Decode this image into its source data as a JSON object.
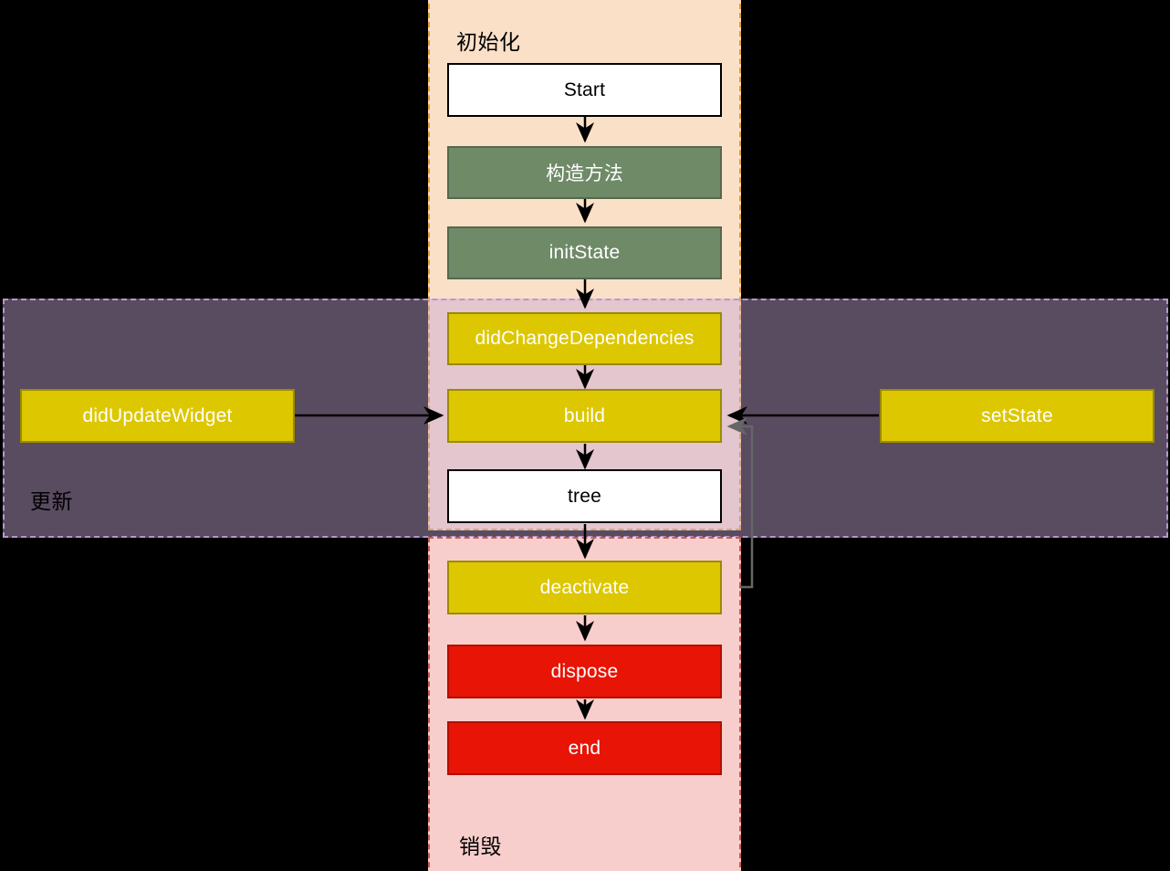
{
  "diagram": {
    "title": "Flutter StatefulWidget lifecycle flowchart",
    "background_color": "#000000",
    "groups": [
      {
        "id": "init",
        "label": "初始化",
        "fill": "#FBE0C8",
        "border": "#E5A12B",
        "border_style": "dashed"
      },
      {
        "id": "update",
        "label": "更新",
        "fill": "#E0D2E8",
        "border": "#B896CE",
        "border_style": "dashed"
      },
      {
        "id": "destroy",
        "label": "销毁",
        "fill": "#F8CECC",
        "border": "#CC5B52",
        "border_style": "dashed"
      }
    ],
    "nodes": [
      {
        "id": "start",
        "label": "Start",
        "style": "white",
        "group": "init"
      },
      {
        "id": "constructor",
        "label": "构造方法",
        "style": "green",
        "group": "init"
      },
      {
        "id": "initState",
        "label": "initState",
        "style": "green",
        "group": "init"
      },
      {
        "id": "didChangeDependencies",
        "label": "didChangeDependencies",
        "style": "yellow",
        "group": "init"
      },
      {
        "id": "build",
        "label": "build",
        "style": "yellow",
        "group": "init"
      },
      {
        "id": "tree",
        "label": "tree",
        "style": "white",
        "group": "init"
      },
      {
        "id": "didUpdateWidget",
        "label": "didUpdateWidget",
        "style": "yellow",
        "group": "update"
      },
      {
        "id": "setState",
        "label": "setState",
        "style": "yellow",
        "group": "update"
      },
      {
        "id": "deactivate",
        "label": "deactivate",
        "style": "yellow",
        "group": "destroy"
      },
      {
        "id": "dispose",
        "label": "dispose",
        "style": "red",
        "group": "destroy"
      },
      {
        "id": "end",
        "label": "end",
        "style": "red",
        "group": "destroy"
      }
    ],
    "edges": [
      {
        "from": "start",
        "to": "constructor",
        "color": "#000000"
      },
      {
        "from": "constructor",
        "to": "initState",
        "color": "#000000"
      },
      {
        "from": "initState",
        "to": "didChangeDependencies",
        "color": "#000000"
      },
      {
        "from": "didChangeDependencies",
        "to": "build",
        "color": "#000000"
      },
      {
        "from": "build",
        "to": "tree",
        "color": "#000000"
      },
      {
        "from": "tree",
        "to": "deactivate",
        "color": "#000000"
      },
      {
        "from": "didUpdateWidget",
        "to": "build",
        "color": "#000000"
      },
      {
        "from": "setState",
        "to": "build",
        "color": "#000000"
      },
      {
        "from": "deactivate",
        "to": "build",
        "color": "#666666"
      },
      {
        "from": "deactivate",
        "to": "dispose",
        "color": "#000000"
      },
      {
        "from": "dispose",
        "to": "end",
        "color": "#000000"
      }
    ],
    "palette": {
      "white_fill": "#FFFFFF",
      "green_fill": "#6F8A67",
      "yellow_fill": "#DDC700",
      "red_fill": "#E81405",
      "edge_black": "#000000",
      "edge_gray": "#666666"
    }
  }
}
